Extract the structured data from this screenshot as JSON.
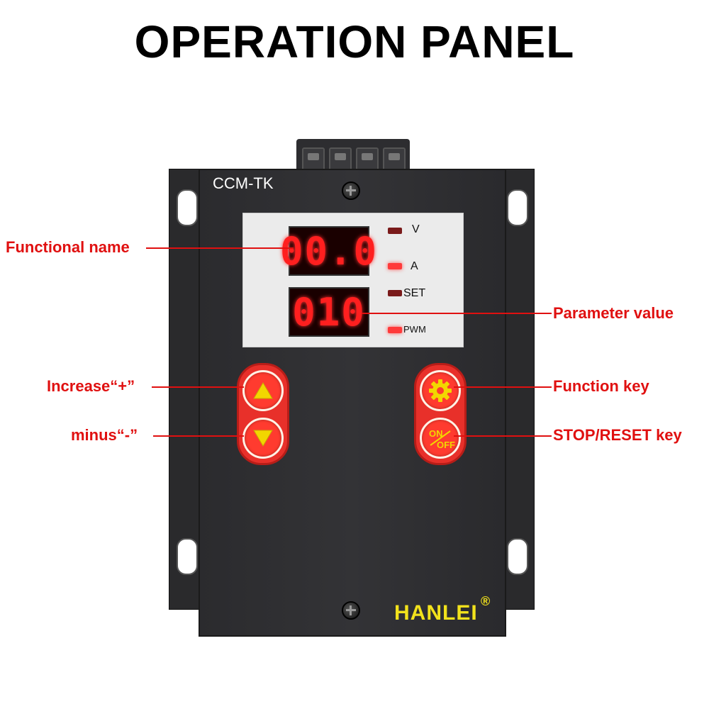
{
  "title": "OPERATION PANEL",
  "device": {
    "model": "CCM-TK",
    "brand": "HANLEI",
    "brand_mark": "®",
    "display_top": "00.0",
    "display_bottom": "010",
    "indicators": [
      {
        "label": "V",
        "state": "off",
        "color": "#7a1a1a"
      },
      {
        "label": "A",
        "state": "on",
        "color": "#ff3a3a"
      },
      {
        "label": "SET",
        "state": "off",
        "color": "#7a1a1a"
      },
      {
        "label": "PWM",
        "state": "on",
        "color": "#ff3a3a"
      }
    ],
    "buttons": {
      "increase_icon": "up-triangle-icon",
      "decrease_icon": "down-triangle-icon",
      "function_icon": "gear-icon",
      "power_on": "ON",
      "power_off": "OFF"
    }
  },
  "callouts": {
    "functional_name": "Functional name",
    "parameter_value": "Parameter value",
    "increase": "Increase“+”",
    "minus": "minus“-”",
    "function_key": "Function key",
    "stop_reset_key": "STOP/RESET key"
  },
  "colors": {
    "callout": "#e01010",
    "button": "#ff3b2f",
    "brand": "#f2e21c",
    "digits": "#ff1f1f"
  }
}
